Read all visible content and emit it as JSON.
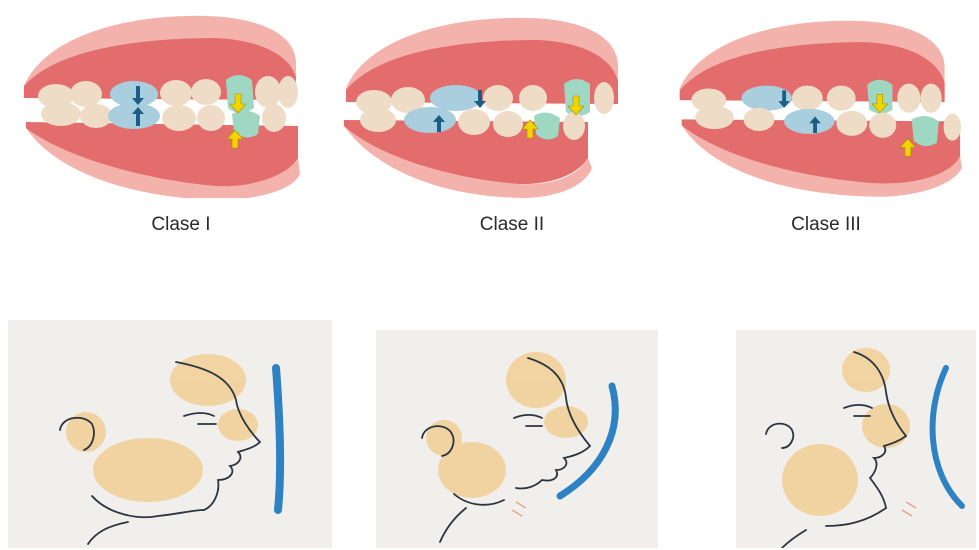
{
  "labels": [
    "Clase I",
    "Clase II",
    "Clase III"
  ],
  "colors": {
    "gum": "#e36d6d",
    "gum_light": "#f3b3ac",
    "tooth": "#eedcc6",
    "molar_highlight": "#a9cede",
    "canine_highlight": "#9ed8c2",
    "arrow_yellow": "#f2d400",
    "arrow_blue": "#1a5e87",
    "face_bg": "#f1efeb",
    "profile_line": "#2e82c4",
    "face_tint": "#f2bd68",
    "sketch_line": "#2b3440"
  },
  "icons": [
    "yellow-arrow-icon",
    "blue-arrow-icon",
    "profile-line-icon"
  ]
}
